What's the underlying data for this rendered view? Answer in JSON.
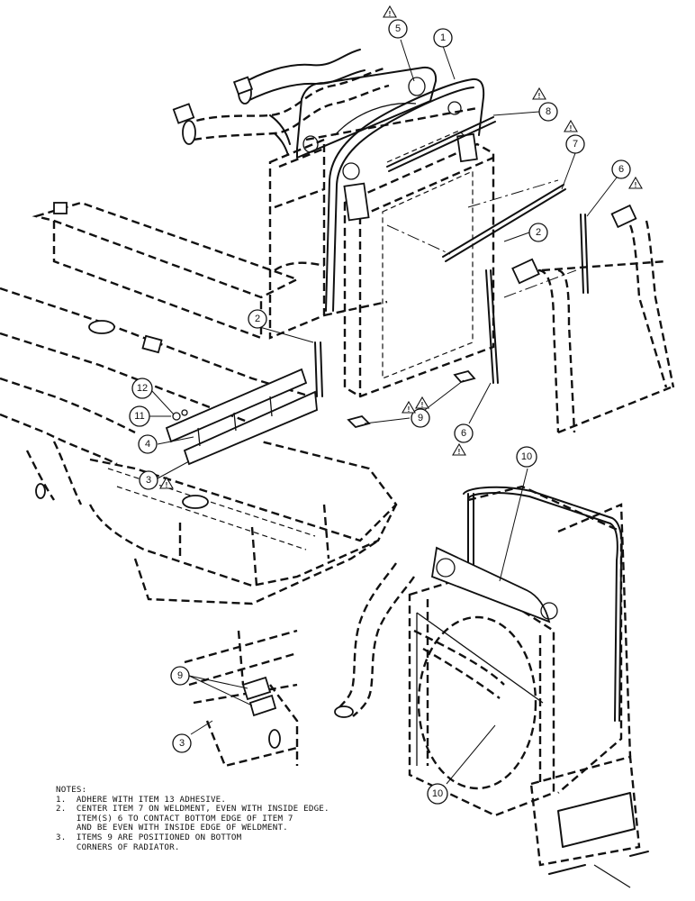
{
  "callouts": [
    {
      "id": "c1",
      "label": "1"
    },
    {
      "id": "c5",
      "label": "5"
    },
    {
      "id": "c8",
      "label": "8"
    },
    {
      "id": "c7",
      "label": "7"
    },
    {
      "id": "c6a",
      "label": "6"
    },
    {
      "id": "c2a",
      "label": "2"
    },
    {
      "id": "c2b",
      "label": "2"
    },
    {
      "id": "c12",
      "label": "12"
    },
    {
      "id": "c11",
      "label": "11"
    },
    {
      "id": "c4",
      "label": "4"
    },
    {
      "id": "c3a",
      "label": "3"
    },
    {
      "id": "c9a",
      "label": "9"
    },
    {
      "id": "c6b",
      "label": "6"
    },
    {
      "id": "c10a",
      "label": "10"
    },
    {
      "id": "c10b",
      "label": "10"
    },
    {
      "id": "c9b",
      "label": "9"
    },
    {
      "id": "c3b",
      "label": "3"
    }
  ],
  "warning_symbol": "!",
  "notes": {
    "heading": "NOTES:",
    "items": [
      "1.  ADHERE WITH ITEM 13 ADHESIVE.",
      "2.  CENTER ITEM 7 ON WELDMENT, EVEN WITH INSIDE EDGE.",
      "    ITEM(S) 6 TO CONTACT BOTTOM EDGE OF ITEM 7",
      "    AND BE EVEN WITH INSIDE EDGE OF WELDMENT.",
      "3.  ITEMS 9 ARE POSITIONED ON BOTTOM",
      "    CORNERS OF RADIATOR."
    ]
  }
}
